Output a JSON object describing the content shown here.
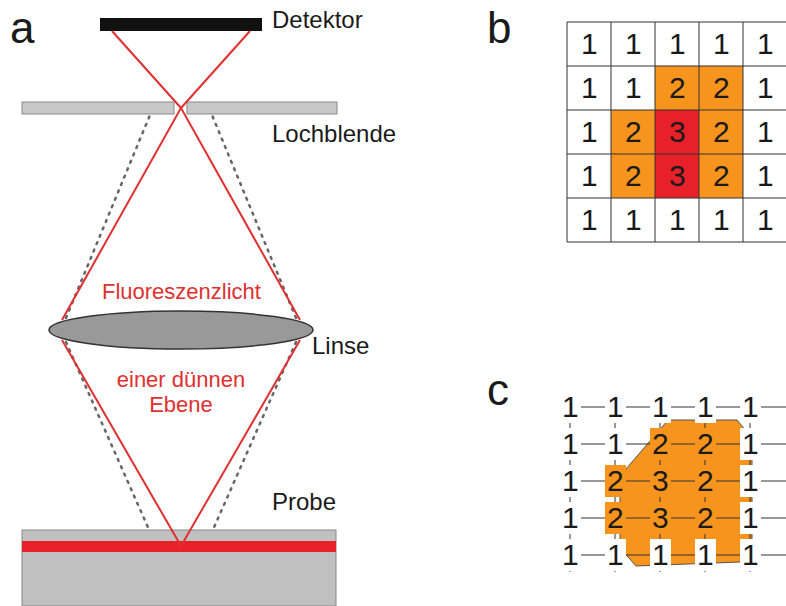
{
  "diagram": {
    "labels": [
      "a",
      "Detektor",
      "Lochblende",
      "Fluoreszenzlicht",
      "Linse",
      "einer dünnen Ebene",
      "Probe",
      "b",
      "1",
      "1",
      "1",
      "1",
      "1",
      "1",
      "1",
      "2",
      "2",
      "1",
      "1",
      "2",
      "3",
      "2",
      "1",
      "1",
      "2",
      "3",
      "2",
      "1",
      "1",
      "1",
      "1",
      "1",
      "1",
      "c",
      "1",
      "1",
      "1",
      "1",
      "1",
      "1",
      "1",
      "2",
      "2",
      "1",
      "1",
      "2",
      "3",
      "2",
      "1",
      "1",
      "2",
      "3",
      "2",
      "1",
      "1",
      "1",
      "1",
      "1",
      "1"
    ]
  }
}
